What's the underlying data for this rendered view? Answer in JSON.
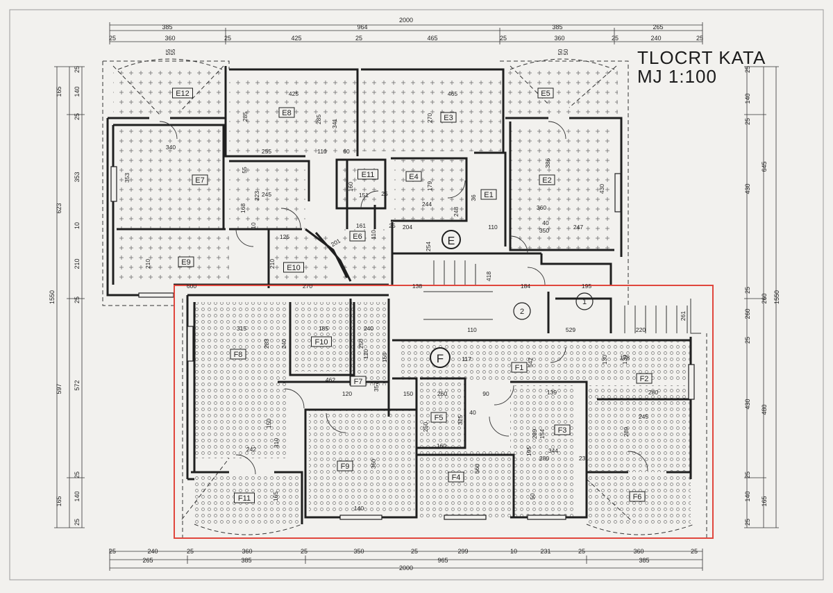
{
  "title": {
    "line1": "TLOCRT KATA",
    "line2": "MJ 1:100"
  },
  "colors": {
    "wall": "#1f1f1f",
    "paper": "#f2f1ee",
    "highlight": "#e0463c",
    "hatch": "#555555"
  },
  "units": {
    "E": {
      "label": "E"
    },
    "F": {
      "label": "F"
    }
  },
  "staircases": {
    "s1": "1",
    "s2": "2"
  },
  "rooms": [
    {
      "id": "E12"
    },
    {
      "id": "E8"
    },
    {
      "id": "E3"
    },
    {
      "id": "E5"
    },
    {
      "id": "E7"
    },
    {
      "id": "E11"
    },
    {
      "id": "E4"
    },
    {
      "id": "E1"
    },
    {
      "id": "E2"
    },
    {
      "id": "E9"
    },
    {
      "id": "E10"
    },
    {
      "id": "E6"
    },
    {
      "id": "F8"
    },
    {
      "id": "F10"
    },
    {
      "id": "F7"
    },
    {
      "id": "F1"
    },
    {
      "id": "F2"
    },
    {
      "id": "F5"
    },
    {
      "id": "F3"
    },
    {
      "id": "F9"
    },
    {
      "id": "F4"
    },
    {
      "id": "F11"
    },
    {
      "id": "F6"
    }
  ],
  "dims": {
    "top_total": "2000",
    "top_row2": [
      "385",
      "964",
      "385",
      "265"
    ],
    "top_row3": [
      "25",
      "360",
      "25",
      "425",
      "25",
      "465",
      "25",
      "360",
      "25",
      "240",
      "25"
    ],
    "top_small": [
      "55",
      "55",
      "50",
      "50"
    ],
    "bottom_row1": [
      "25",
      "240",
      "25",
      "360",
      "25",
      "350",
      "25",
      "299",
      "10",
      "231",
      "25",
      "360",
      "25"
    ],
    "bottom_row2": [
      "265",
      "385",
      "965",
      "385"
    ],
    "bottom_total": "2000",
    "left_col1": [
      "165",
      "623",
      "597",
      "165"
    ],
    "left_col2": [
      "25",
      "140",
      "25",
      "353",
      "10",
      "210",
      "25",
      "572",
      "25",
      "140",
      "25"
    ],
    "left_total": "1550",
    "right_col1": [
      "25",
      "140",
      "25",
      "430",
      "25",
      "260",
      "25",
      "430",
      "25",
      "140",
      "25"
    ],
    "right_col2": [
      "645",
      "260",
      "480",
      "165"
    ],
    "right_total": "1550",
    "interior": [
      "425",
      "465",
      "285",
      "285",
      "341",
      "270",
      "255",
      "110",
      "60",
      "340",
      "353",
      "55",
      "223",
      "245",
      "168",
      "160",
      "151",
      "25",
      "179",
      "244",
      "248",
      "36",
      "110",
      "386",
      "430",
      "360",
      "247",
      "40",
      "161",
      "110",
      "204",
      "25",
      "254",
      "125",
      "201",
      "210",
      "10",
      "210",
      "E9",
      "270",
      "600",
      "138",
      "418",
      "184",
      "195",
      "315",
      "185",
      "250",
      "240",
      "283",
      "240",
      "110",
      "529",
      "220",
      "261",
      "120",
      "117",
      "542",
      "130",
      "130",
      "178",
      "462",
      "150",
      "357",
      "120",
      "260",
      "150",
      "90",
      "139",
      "280",
      "245",
      "325",
      "250",
      "160",
      "150",
      "310",
      "195",
      "154",
      "289",
      "289",
      "242",
      "360",
      "560",
      "344",
      "280",
      "231",
      "50",
      "165",
      "140",
      "350",
      "40",
      "10"
    ]
  }
}
